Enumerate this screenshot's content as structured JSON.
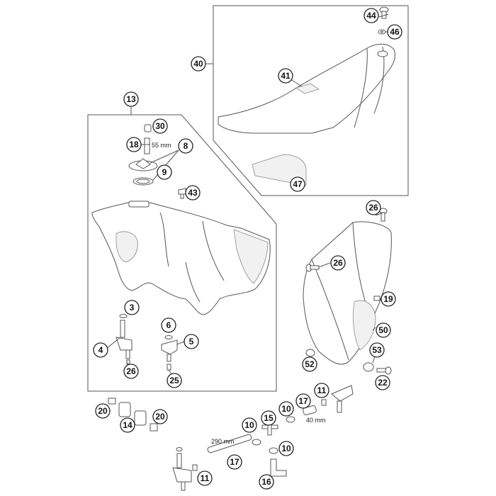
{
  "diagram": {
    "callouts": {
      "c13": "13",
      "c30": "30",
      "c18": "18",
      "c8": "8",
      "c9": "9",
      "c43": "43",
      "c3": "3",
      "c4": "4",
      "c26a": "26",
      "c6": "6",
      "c5": "5",
      "c25": "25",
      "c40": "40",
      "c44": "44",
      "c46": "46",
      "c41": "41",
      "c47": "47",
      "c26b": "26",
      "c26c": "26",
      "c19": "19",
      "c50": "50",
      "c53": "53",
      "c52": "52",
      "c22": "22",
      "c20a": "20",
      "c14": "14",
      "c20b": "20",
      "c15": "15",
      "c10a": "10",
      "c10b": "10",
      "c10c": "10",
      "c17a": "17",
      "c11a": "11",
      "c11b": "11",
      "c17b": "17",
      "c16": "16"
    },
    "dimensions": {
      "d55": "55 mm",
      "d40": "40 mm",
      "d290": "290 mm"
    }
  }
}
